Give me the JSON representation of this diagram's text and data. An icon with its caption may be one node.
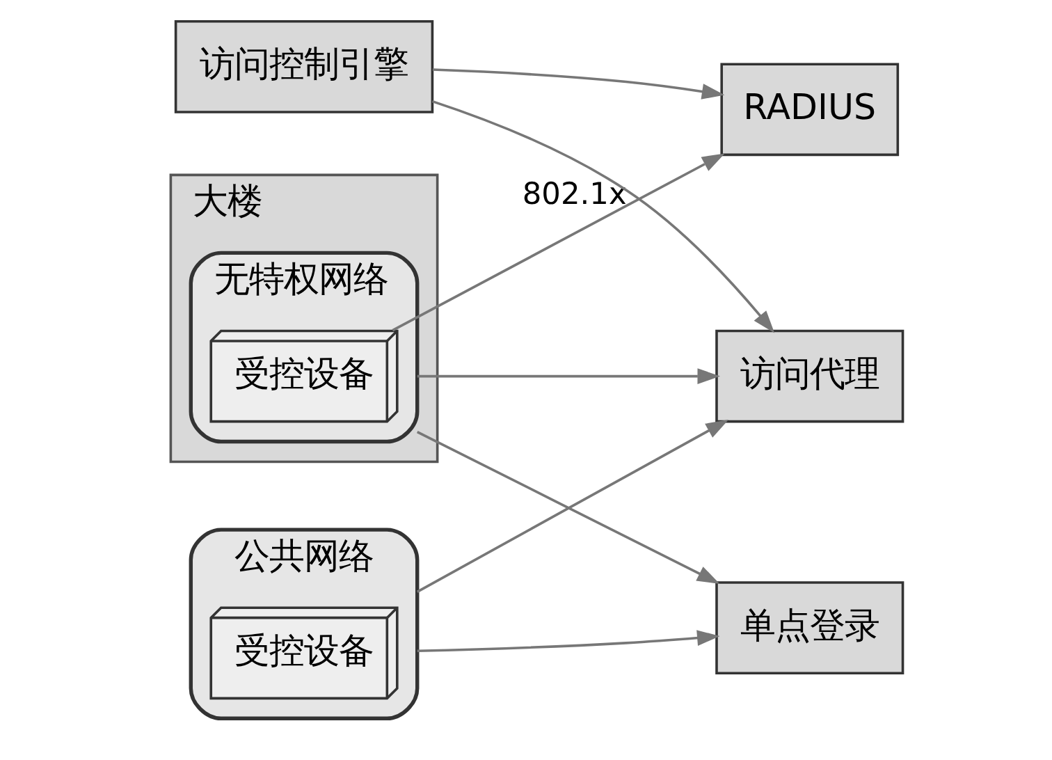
{
  "diagram": {
    "nodes": [
      {
        "text": [
          "大楼"
        ]
      },
      {
        "text": [
          "无特权网络"
        ],
        "in": 0
      },
      {
        "text": [
          "受控设备"
        ],
        "in": 1
      },
      {
        "text": [
          "RADIUS"
        ]
      },
      {
        "text": [
          "访问代理"
        ]
      },
      {
        "text": [
          "访问控制引擎"
        ]
      },
      {
        "text": [
          "公共网络"
        ]
      },
      {
        "text": [
          "受控设备"
        ],
        "in": 6
      },
      {
        "text": [
          "单点登录"
        ]
      }
    ],
    "edges": [
      {
        "from": 2,
        "to": 3,
        "arrow": "to",
        "label": "802.1x"
      },
      {
        "from": 1,
        "to": 4,
        "arrow": "to"
      },
      {
        "from": 1,
        "to": 8,
        "arrow": "to"
      },
      {
        "from": 5,
        "to": 3,
        "arrow": "to"
      },
      {
        "from": 5,
        "to": 4,
        "arrow": "to"
      },
      {
        "from": 6,
        "to": 4,
        "arrow": "to"
      },
      {
        "from": 6,
        "to": 8,
        "arrow": "to"
      }
    ]
  }
}
